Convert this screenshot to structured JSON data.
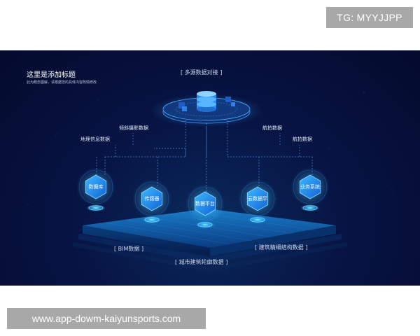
{
  "watermark": {
    "tg": "TG: MYYJJPP"
  },
  "footer": {
    "url": "www.app-dowm-kaiyunsports.com"
  },
  "diagram": {
    "title": "这里是添加标题",
    "subtitle": "此为概念图解，请根据您的具体内容酌情修改",
    "top_label": "[ 多源数据对接 ]",
    "source_labels": {
      "geo_info": "地理信息数据",
      "oblique_photo": "倾斜摄影数据",
      "aerial_1": "航拍数据",
      "aerial_2": "航拍数据"
    },
    "nodes": [
      "数据库",
      "传感器",
      "数据平台",
      "云数据平",
      "业务系统"
    ],
    "platform_labels": {
      "bim": "[ BIM数据 ]",
      "city_contour": "[ 城市建筑轮廓数据 ]",
      "building_structure": "[ 建筑精细结构数据 ]"
    },
    "colors": {
      "background": "#061040",
      "accent": "#1e9bff",
      "glow": "#3fd0ff",
      "platform_top": "#1478c8"
    }
  }
}
